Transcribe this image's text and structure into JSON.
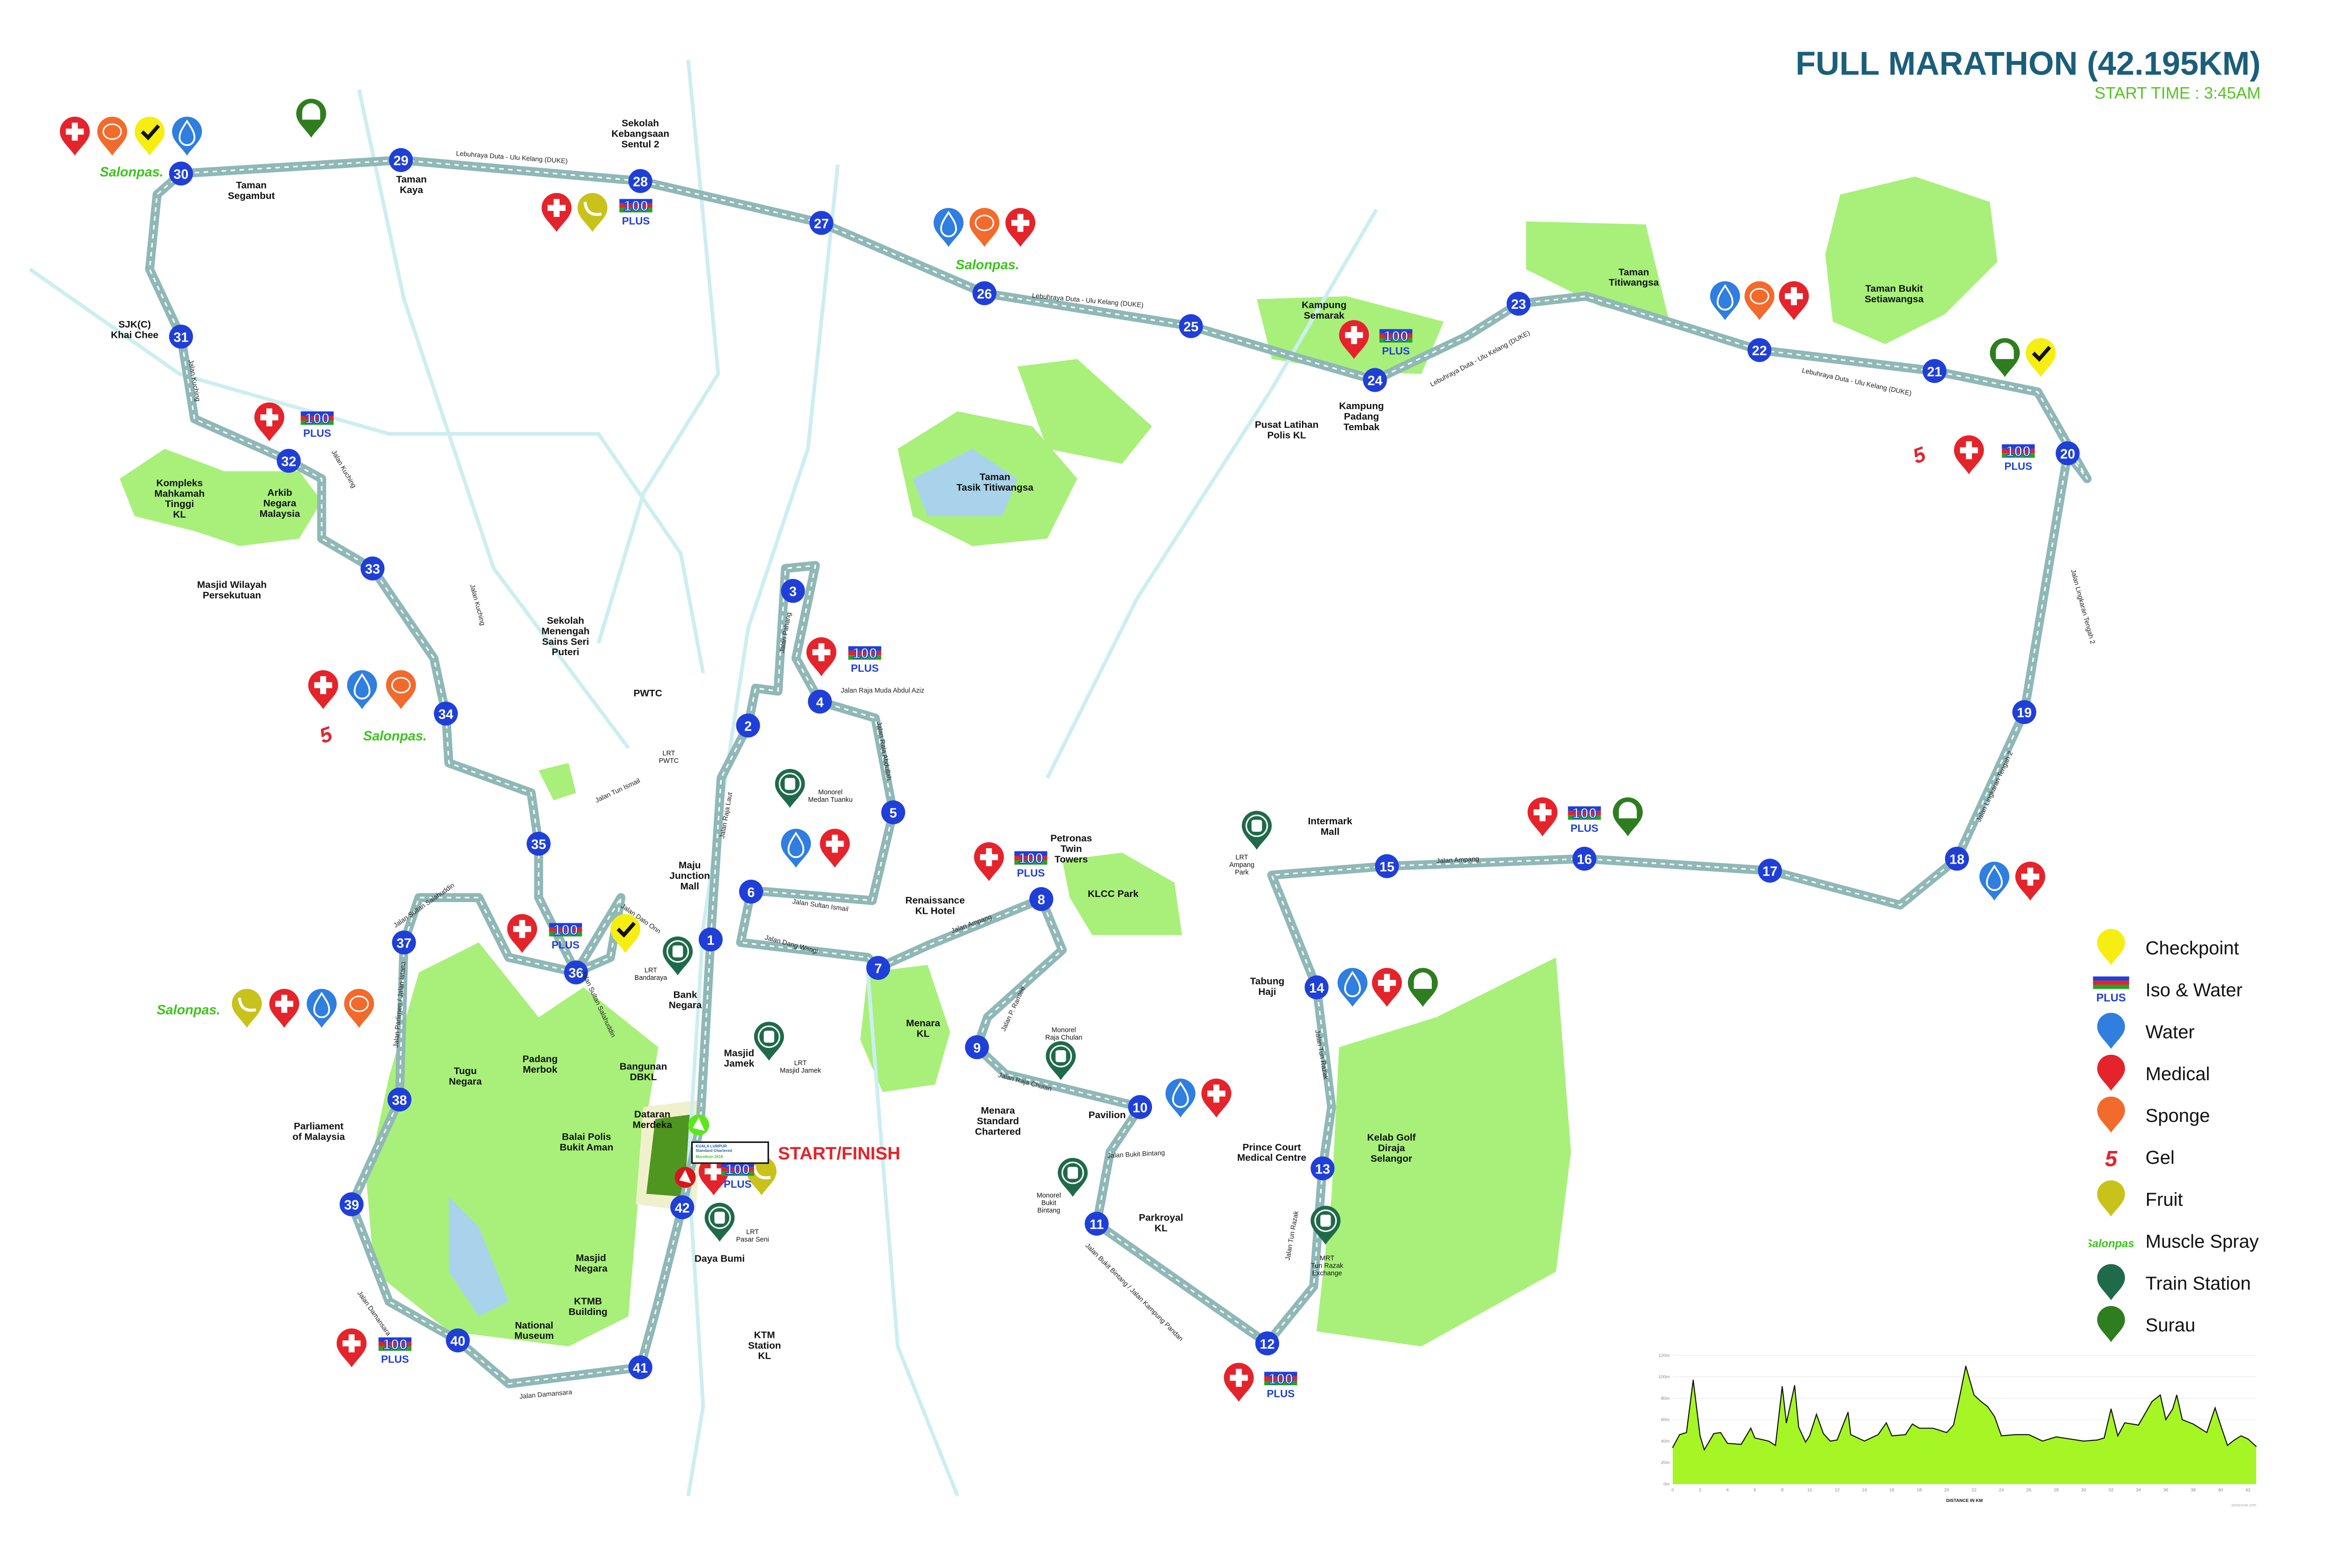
{
  "header": {
    "title": "FULL MARATHON (42.195KM)",
    "start_time": "START TIME : 3:45AM"
  },
  "start_finish": "START/FINISH",
  "event_sign": {
    "line1": "KUALA LUMPUR",
    "line2": "Standard Chartered",
    "line3": "Marathon 2019"
  },
  "brand": {
    "salonpas": "Salonpas.",
    "plus_num": "100",
    "plus_word": "PLUS"
  },
  "km_markers": [
    "1",
    "2",
    "3",
    "4",
    "5",
    "6",
    "7",
    "8",
    "9",
    "10",
    "11",
    "12",
    "13",
    "14",
    "15",
    "16",
    "17",
    "18",
    "19",
    "20",
    "21",
    "22",
    "23",
    "24",
    "25",
    "26",
    "27",
    "28",
    "29",
    "30",
    "31",
    "32",
    "33",
    "34",
    "35",
    "36",
    "37",
    "38",
    "39",
    "40",
    "41",
    "42"
  ],
  "places": {
    "taman_segambut": "Taman\nSegambut",
    "taman_kaya": "Taman\nKaya",
    "sekolah_sentul": "Sekolah\nKebangsaan\nSentul 2",
    "sjkc": "SJK(C)\nKhai Chee",
    "kompleks": "Kompleks\nMahkamah\nTinggi\nKL",
    "arkib": "Arkib\nNegara\nMalaysia",
    "masjid_wilayah": "Masjid Wilayah\nPersekutuan",
    "sekolah_sains": "Sekolah\nMenengah\nSains Seri\nPuteri",
    "pwtc": "PWTC",
    "lrt_pwtc": "LRT\nPWTC",
    "maju": "Maju\nJunction\nMall",
    "monorel_medan": "Monorel\nMedan Tuanku",
    "taman_tasik": "Taman\nTasik Titiwangsa",
    "kampung_semarak": "Kampung\nSemarak",
    "pusat_latihan": "Pusat Latihan\nPolis KL",
    "kampung_padang": "Kampung\nPadang\nTembak",
    "taman_titiwangsa": "Taman\nTitiwangsa",
    "taman_bukit": "Taman Bukit\nSetiawangsa",
    "petronas": "Petronas\nTwin\nTowers",
    "renaissance": "Renaissance\nKL Hotel",
    "klcc": "KLCC Park",
    "intermark": "Intermark\nMall",
    "lrt_ampang": "LRT\nAmpang\nPark",
    "tabung": "Tabung\nHaji",
    "menara_kl": "Menara\nKL",
    "monorel_raja": "Monorel\nRaja Chulan",
    "menara_sc": "Menara\nStandard\nChartered",
    "pavilion": "Pavilion",
    "monorel_bb": "Monorel\nBukit\nBintang",
    "parkroyal": "Parkroyal\nKL",
    "prince_court": "Prince Court\nMedical Centre",
    "kelab_golf": "Kelab Golf\nDiraja\nSelangor",
    "mrt_trx": "MRT\nTun Razak\nExchange",
    "lrt_bandaraya": "LRT\nBandaraya",
    "bank_negara": "Bank\nNegara",
    "masjid_jamek": "Masjid\nJamek",
    "lrt_masjid_jamek": "LRT\nMasjid Jamek",
    "bangunan_dbkl": "Bangunan\nDBKL",
    "padang_merbok": "Padang\nMerbok",
    "tugu": "Tugu\nNegara",
    "parliament": "Parliament\nof Malaysia",
    "balai_polis": "Balai Polis\nBukit Aman",
    "dataran": "Dataran\nMerdeka",
    "lrt_pasar_seni": "LRT\nPasar Seni",
    "daya_bumi": "Daya Bumi",
    "masjid_negara": "Masjid\nNegara",
    "ktmb": "KTMB\nBuilding",
    "national_museum": "National\nMuseum",
    "ktm_station": "KTM\nStation\nKL"
  },
  "streets": {
    "duke1": "Lebuhraya Duta - Ulu Kelang (DUKE)",
    "duke2": "Lebuhraya Duta - Ulu Kelang (DUKE)",
    "duke3": "Lebuhraya Duta - Ulu Kelang (DUKE)",
    "duke4": "Lebuhraya Duta - Ulu Kelang (DUKE)",
    "kuching1": "Jalan Kuching",
    "kuching2": "Jalan Kuching",
    "kuching3": "Jalan Kuching",
    "tun_ismail": "Jalan Tun Ismail",
    "pahang": "Jalan Pahang",
    "raja_muda": "Jalan Raja Muda Abdul Aziz",
    "raja_abdullah": "Jalan Raja Abdullah",
    "raja_laut": "Jalan Raja Laut",
    "sultan_ismail": "Jalan Sultan Ismail",
    "dang_wangi": "Jalan Dang Wangi",
    "ampang1": "Jalan Ampang",
    "ampang2": "Jalan Ampang",
    "p_ramlee": "Jalan P. Ramlee",
    "raja_chulan": "Jalan Raja Chulan",
    "bukit_bintang": "Jalan Bukit Bintang",
    "bb_kampung": "Jalan Bukit Bintang / Jalan Kampung Pandan",
    "tun_razak1": "Jalan Tun Razak",
    "tun_razak2": "Jalan Tun Razak",
    "langkawi1": "Jalan Lingkaran Tengah 2",
    "langkawi2": "Jalan Lingkaran Tengah 2",
    "dato_onn": "Jalan Dato Onn",
    "sultan_salahuddin1": "Jalan Sultan Salahuddin",
    "sultan_salahuddin2": "Jalan Sultan Salahuddin",
    "parlimen": "Jalan Parlimen / Jalan Istana",
    "damansara1": "Jalan Damansara",
    "damansara2": "Jalan Damansara"
  },
  "legend": [
    {
      "icon": "checkpoint",
      "label": "Checkpoint"
    },
    {
      "icon": "iso-water",
      "label": "Iso & Water"
    },
    {
      "icon": "water",
      "label": "Water"
    },
    {
      "icon": "medical",
      "label": "Medical"
    },
    {
      "icon": "sponge",
      "label": "Sponge"
    },
    {
      "icon": "gel",
      "label": "Gel"
    },
    {
      "icon": "fruit",
      "label": "Fruit"
    },
    {
      "icon": "muscle-spray",
      "label": "Muscle Spray"
    },
    {
      "icon": "train",
      "label": "Train Station"
    },
    {
      "icon": "surau",
      "label": "Surau"
    }
  ],
  "colors": {
    "route": "#9fc3c1",
    "km": "#1f3fd8",
    "park": "#a8f07a",
    "water": "#a9d3ea",
    "medical": "#e5232b",
    "sponge": "#f26a2c",
    "water_pin": "#2f7ee0",
    "fruit": "#c9c21a",
    "checkpoint": "#f5ee10",
    "train": "#1f6a4a",
    "surau": "#2e7d1f",
    "title": "#1b5e7a"
  },
  "chart_data": {
    "type": "area",
    "title": "",
    "xlabel": "DISTANCE IN KM",
    "ylabel": "",
    "credit": "plotaroute.com",
    "xlim": [
      0,
      42.6
    ],
    "ylim": [
      0,
      120
    ],
    "x_ticks": [
      "0",
      "2",
      "4",
      "6",
      "8",
      "10",
      "12",
      "14",
      "16",
      "18",
      "20",
      "22",
      "24",
      "26",
      "28",
      "30",
      "32",
      "34",
      "36",
      "38",
      "40",
      "42"
    ],
    "y_ticks": [
      "0m",
      "20m",
      "40m",
      "60m",
      "80m",
      "100m",
      "120m"
    ],
    "x": [
      0,
      0.5,
      1,
      1.5,
      2,
      2.3,
      3,
      3.5,
      4,
      5,
      5.7,
      6,
      7,
      7.5,
      8,
      8.3,
      8.9,
      9.2,
      9.7,
      10,
      10.5,
      11,
      11.5,
      12,
      12.8,
      13,
      14,
      15,
      15.6,
      16,
      17,
      17.5,
      18,
      19,
      20,
      20.5,
      21,
      21.4,
      22,
      22.5,
      23,
      23.5,
      24,
      25,
      26,
      27,
      28,
      29,
      30,
      31,
      31.5,
      32,
      32.5,
      33,
      34,
      35,
      35.6,
      36,
      36.5,
      36.8,
      37.2,
      38,
      39,
      39.6,
      40,
      40.5,
      41,
      41.5,
      42,
      42.6
    ],
    "y": [
      34,
      46,
      48,
      97,
      45,
      32,
      47,
      48,
      38,
      37,
      52,
      43,
      40,
      36,
      91,
      57,
      92,
      53,
      39,
      45,
      65,
      47,
      40,
      41,
      67,
      46,
      40,
      46,
      57,
      45,
      46,
      56,
      52,
      52,
      48,
      55,
      85,
      110,
      83,
      77,
      72,
      63,
      45,
      46,
      46,
      40,
      44,
      42,
      40,
      41,
      43,
      70,
      45,
      57,
      55,
      77,
      83,
      60,
      70,
      83,
      60,
      56,
      48,
      71,
      55,
      36,
      41,
      45,
      42,
      35
    ]
  }
}
